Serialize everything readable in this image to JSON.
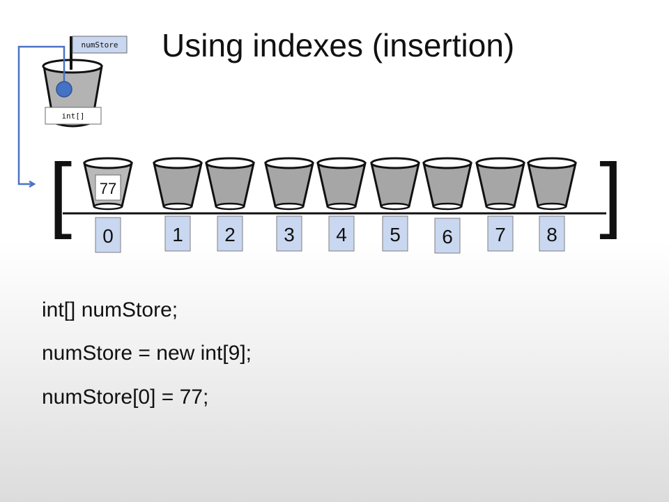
{
  "title": "Using indexes (insertion)",
  "reference_box": {
    "name_label": "numStore",
    "type_label": "int[]"
  },
  "array": {
    "indexes": [
      "0",
      "1",
      "2",
      "3",
      "4",
      "5",
      "6",
      "7",
      "8"
    ],
    "values": [
      "77",
      "",
      "",
      "",
      "",
      "",
      "",
      "",
      ""
    ]
  },
  "code": [
    "int[] numStore;",
    "numStore = new int[9];",
    "numStore[0] = 77;"
  ],
  "colors": {
    "pointer": "#4a72c4",
    "index_fill": "#c9d7f0",
    "cup_fill": "#a6a6a6",
    "cup_empty_fill": "#b9b9b9",
    "text": "#111111"
  }
}
